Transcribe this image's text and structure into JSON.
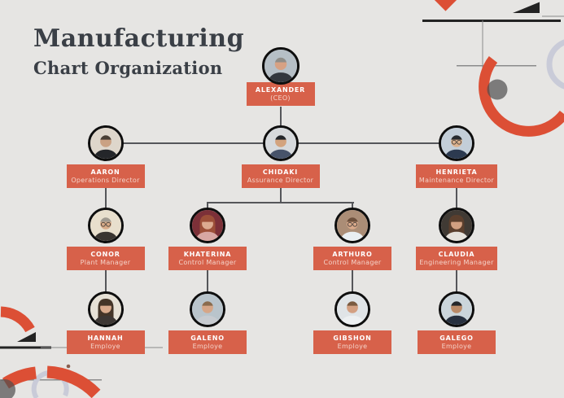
{
  "header": {
    "title": "Manufacturing",
    "subtitle": "Chart Organization"
  },
  "colors": {
    "background": "#e6e5e3",
    "accent": "#d7614a",
    "accent_decor": "#dc4f35",
    "title_text": "#3a3f46",
    "connector": "#55565a",
    "node_name_text": "#ffffff",
    "node_role_text": "#f4d3c9",
    "decor_black": "#232323",
    "decor_gray": "#8b8b8b",
    "decor_lavender": "#c9cbd8"
  },
  "org_chart": {
    "nodes": [
      {
        "id": "alexander",
        "name": "ALEXANDER",
        "role": "(CEO)",
        "reports_to": null,
        "avatar": {
          "bg": "#b6bfc6",
          "clothes": "#33373e",
          "skin": "#d7a183",
          "hair": "#8f8d88",
          "hair_style": "short",
          "glasses": false
        }
      },
      {
        "id": "aaron",
        "name": "AARON",
        "role": "Operations Director",
        "reports_to": "alexander",
        "avatar": {
          "bg": "#ded6cb",
          "clothes": "#24262a",
          "skin": "#caa183",
          "hair": "#4a3f35",
          "hair_style": "short",
          "glasses": false
        }
      },
      {
        "id": "chidaki",
        "name": "CHIDAKI",
        "role": "Assurance Director",
        "reports_to": "alexander",
        "avatar": {
          "bg": "#d6d9dc",
          "clothes": "#47536a",
          "skin": "#d3a37e",
          "hair": "#23262b",
          "hair_style": "short",
          "glasses": false
        }
      },
      {
        "id": "henrieta",
        "name": "HENRIETA",
        "role": "Maintenance Director",
        "reports_to": "alexander",
        "avatar": {
          "bg": "#c3ced8",
          "clothes": "#2c3a50",
          "skin": "#dcb28e",
          "hair": "#282b2f",
          "hair_style": "short",
          "glasses": true
        }
      },
      {
        "id": "conor",
        "name": "CONOR",
        "role": "Plant Manager",
        "reports_to": "aaron",
        "avatar": {
          "bg": "#e8dfcd",
          "clothes": "#3a3531",
          "skin": "#d8ab88",
          "hair": "#a09a90",
          "hair_style": "short",
          "glasses": true
        }
      },
      {
        "id": "khaterina",
        "name": "KHATERINA",
        "role": "Control Manager",
        "reports_to": "chidaki",
        "avatar": {
          "bg": "#7c3038",
          "clothes": "#d8a7a3",
          "skin": "#dcab90",
          "hair": "#9c4f38",
          "hair_style": "long",
          "glasses": false
        }
      },
      {
        "id": "arthuro",
        "name": "ARTHURO",
        "role": "Control Manager",
        "reports_to": "chidaki",
        "avatar": {
          "bg": "#ab8d76",
          "clothes": "#e9eef1",
          "skin": "#d9a98a",
          "hair": "#6d503c",
          "hair_style": "short",
          "glasses": true
        }
      },
      {
        "id": "claudia",
        "name": "CLAUDIA",
        "role": "Engineering Manager",
        "reports_to": "henrieta",
        "avatar": {
          "bg": "#403a34",
          "clothes": "#e6e2dc",
          "skin": "#d2a081",
          "hair": "#5b3f2d",
          "hair_style": "long",
          "glasses": false
        }
      },
      {
        "id": "hannah",
        "name": "HANNAH",
        "role": "Employe",
        "reports_to": "conor",
        "avatar": {
          "bg": "#e6e1d6",
          "clothes": "#3d3734",
          "skin": "#d9ab8d",
          "hair": "#443528",
          "hair_style": "long",
          "glasses": false
        }
      },
      {
        "id": "galeno",
        "name": "GALENO",
        "role": "Employe",
        "reports_to": "khaterina",
        "avatar": {
          "bg": "#b9c4cb",
          "clothes": "#c7cbd0",
          "skin": "#d6a687",
          "hair": "#8a6b4d",
          "hair_style": "short",
          "glasses": false
        }
      },
      {
        "id": "gibshon",
        "name": "GIBSHON",
        "role": "Employe",
        "reports_to": "arthuro",
        "avatar": {
          "bg": "#e0e4e7",
          "clothes": "#edf0f2",
          "skin": "#d3a082",
          "hair": "#7a5a40",
          "hair_style": "short",
          "glasses": false
        }
      },
      {
        "id": "galego",
        "name": "GALEGO",
        "role": "Employe",
        "reports_to": "claudia",
        "avatar": {
          "bg": "#cbd5db",
          "clothes": "#27303f",
          "skin": "#b98a68",
          "hair": "#23262a",
          "hair_style": "short",
          "glasses": false
        }
      }
    ]
  }
}
